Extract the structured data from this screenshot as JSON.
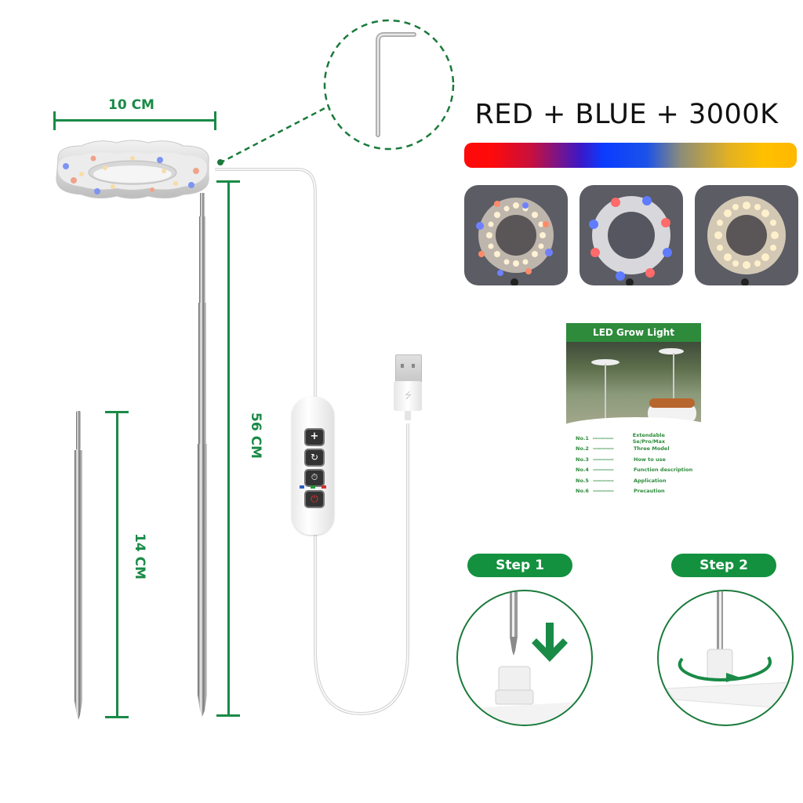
{
  "dimensions": {
    "ring_width": "10 CM",
    "pole_length": "56 CM",
    "spike_length": "14 CM"
  },
  "spectrum": {
    "title": "RED + BLUE + 3000K",
    "gradient_colors": [
      "#ff0a0a",
      "#3b18c8",
      "#0a3cff",
      "#ffc000"
    ]
  },
  "light_modes": [
    {
      "name": "mixed",
      "description": "red + blue + warm white"
    },
    {
      "name": "red-blue",
      "description": "red + blue only"
    },
    {
      "name": "warm-white",
      "description": "3000K warm white"
    }
  ],
  "controller": {
    "buttons": [
      {
        "name": "brightness",
        "symbol": "+"
      },
      {
        "name": "mode",
        "symbol": "↻"
      },
      {
        "name": "timer",
        "symbol": "⏱"
      },
      {
        "name": "power",
        "symbol": "⏻"
      }
    ],
    "indicator_colors": [
      "#2d5fc0",
      "#1e9a3a",
      "#d0322e"
    ]
  },
  "manual": {
    "title": "LED Grow Light",
    "items": [
      {
        "no": "No.1",
        "dashes": "------------",
        "label": "Extendable Se/Pro/Max"
      },
      {
        "no": "No.2",
        "dashes": "------------",
        "label": "Three Model"
      },
      {
        "no": "No.3",
        "dashes": "------------",
        "label": "How to use"
      },
      {
        "no": "No.4",
        "dashes": "------------",
        "label": "Function description"
      },
      {
        "no": "No.5",
        "dashes": "------------",
        "label": "Application"
      },
      {
        "no": "No.6",
        "dashes": "------------",
        "label": "Precaution"
      }
    ]
  },
  "steps": [
    {
      "label": "Step 1"
    },
    {
      "label": "Step  2"
    }
  ],
  "colors": {
    "accent_green": "#13913f",
    "dimension_green": "#1a8a47"
  }
}
